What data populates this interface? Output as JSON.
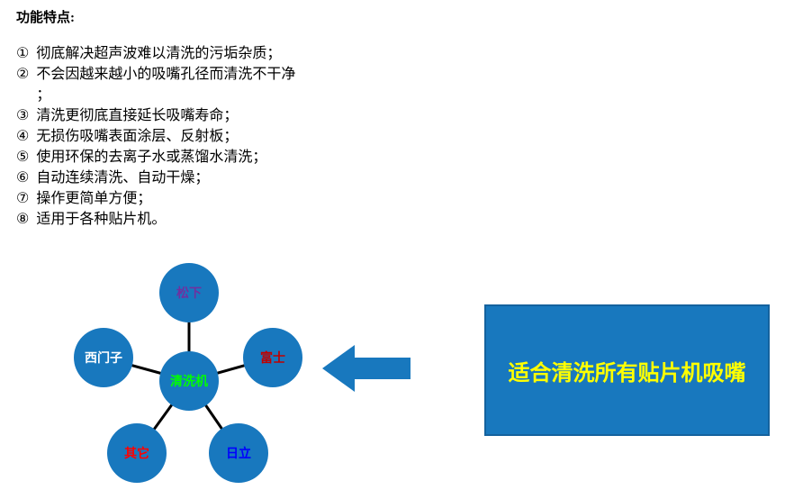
{
  "document": {
    "title": "功能特点:",
    "features": [
      {
        "num": "①",
        "text": "彻底解决超声波难以清洗的污垢杂质；"
      },
      {
        "num": "②",
        "text": "不会因越来越小的吸嘴孔径而清洗不干净",
        "cont": "；"
      },
      {
        "num": "③",
        "text": "清洗更彻底直接延长吸嘴寿命；"
      },
      {
        "num": "④",
        "text": "无损伤吸嘴表面涂层、反射板；"
      },
      {
        "num": "⑤",
        "text": "使用环保的去离子水或蒸馏水清洗；"
      },
      {
        "num": "⑥",
        "text": "自动连续清洗、自动干燥；"
      },
      {
        "num": "⑦",
        "text": "操作更简单方便；"
      },
      {
        "num": "⑧",
        "text": "适用于各种贴片机。"
      }
    ]
  },
  "diagram": {
    "shape_fill": "#1878be",
    "connector_color": "#000000",
    "center_node": {
      "label": "清洗机",
      "color": "#00ff00"
    },
    "nodes": [
      {
        "id": "panasonic",
        "label": "松下",
        "color": "#7030a0"
      },
      {
        "id": "fuji",
        "label": "富士",
        "color": "#c00000"
      },
      {
        "id": "siemens",
        "label": "西门子",
        "color": "#ffffff"
      },
      {
        "id": "others",
        "label": "其它",
        "color": "#ff0000"
      },
      {
        "id": "hitachi",
        "label": "日立",
        "color": "#0000ff"
      }
    ]
  },
  "arrow": {
    "fill": "#1878be"
  },
  "callout": {
    "label": "适合清洗所有贴片机吸嘴",
    "text_color": "#ffff00",
    "fill": "#1878be",
    "border_color": "#14629e"
  }
}
